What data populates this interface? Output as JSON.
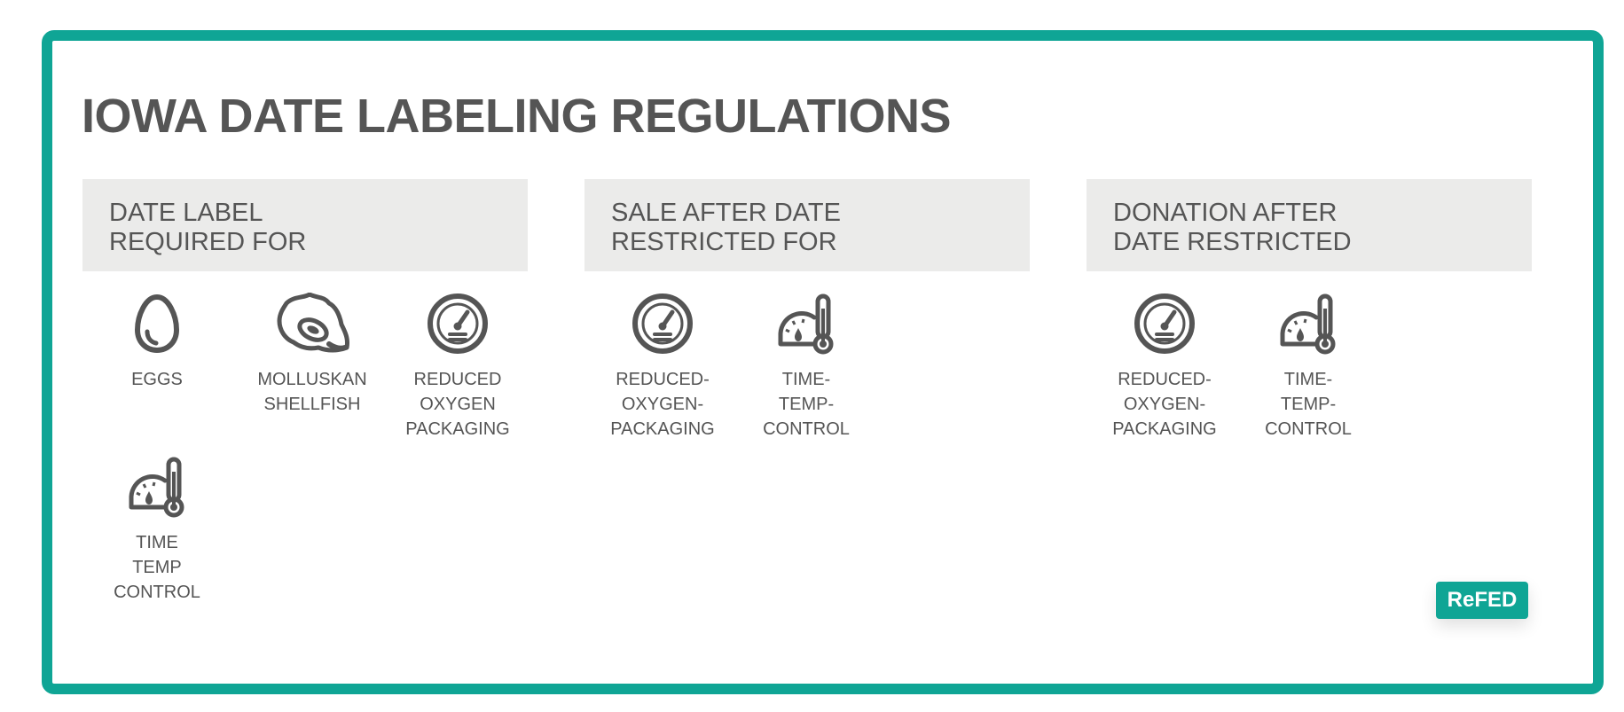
{
  "title": "IOWA DATE LABELING REGULATIONS",
  "accent_color": "#0fa595",
  "panels": [
    {
      "heading": [
        "DATE LABEL",
        "REQUIRED FOR"
      ],
      "items": [
        {
          "icon": "egg-icon",
          "caption": [
            "EGGS"
          ]
        },
        {
          "icon": "oyster-icon",
          "caption": [
            "MOLLUSKAN",
            "SHELLFISH"
          ]
        },
        {
          "icon": "gauge-icon",
          "caption": [
            "REDUCED",
            "OXYGEN",
            "PACKAGING"
          ]
        },
        {
          "icon": "thermometer-gauge-icon",
          "caption": [
            "TIME",
            "TEMP",
            "CONTROL"
          ]
        }
      ]
    },
    {
      "heading": [
        "SALE AFTER DATE",
        "RESTRICTED FOR"
      ],
      "items": [
        {
          "icon": "gauge-icon",
          "caption": [
            "REDUCED-",
            "OXYGEN-",
            "PACKAGING"
          ]
        },
        {
          "icon": "thermometer-gauge-icon",
          "caption": [
            "TIME-",
            "TEMP-",
            "CONTROL"
          ]
        }
      ]
    },
    {
      "heading": [
        "DONATION AFTER",
        "DATE RESTRICTED"
      ],
      "items": [
        {
          "icon": "gauge-icon",
          "caption": [
            "REDUCED-",
            "OXYGEN-",
            "PACKAGING"
          ]
        },
        {
          "icon": "thermometer-gauge-icon",
          "caption": [
            "TIME-",
            "TEMP-",
            "CONTROL"
          ]
        }
      ]
    }
  ],
  "brand": "ReFED"
}
